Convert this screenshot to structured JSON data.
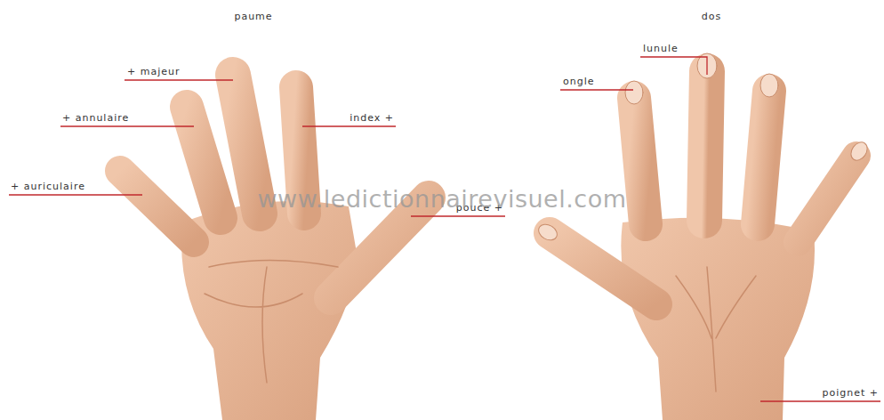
{
  "diagram": {
    "labels": [
      "paume",
      "dos",
      "+ majeur",
      "+ annulaire",
      "+ auriculaire",
      "index +",
      "pouce +",
      "lunule",
      "ongle",
      "poignet +",
      "www.ledictionnairevisuel.com"
    ]
  }
}
